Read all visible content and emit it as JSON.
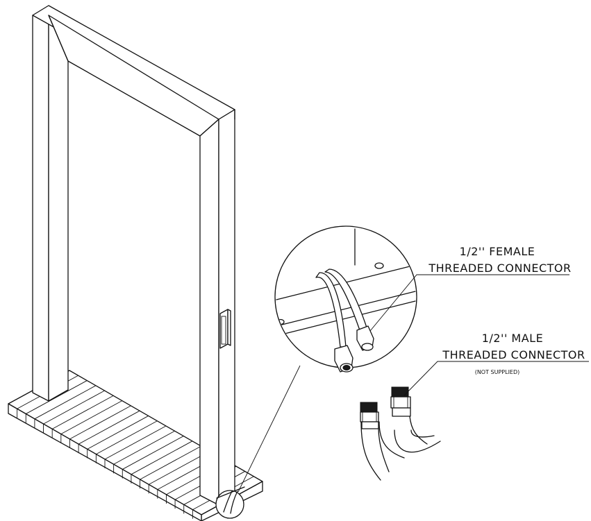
{
  "callouts": {
    "female": {
      "line1": "1/2'' FEMALE",
      "line2": "THREADED CONNECTOR"
    },
    "male": {
      "line1": "1/2'' MALE",
      "line2": "THREADED CONNECTOR",
      "note": "(NOT SUPPLIED)"
    }
  },
  "colors": {
    "line": "#111111",
    "background": "#ffffff"
  },
  "icons": [
    "door-frame-drawing",
    "floor-grate",
    "detail-magnifier",
    "female-connector",
    "male-connector"
  ]
}
